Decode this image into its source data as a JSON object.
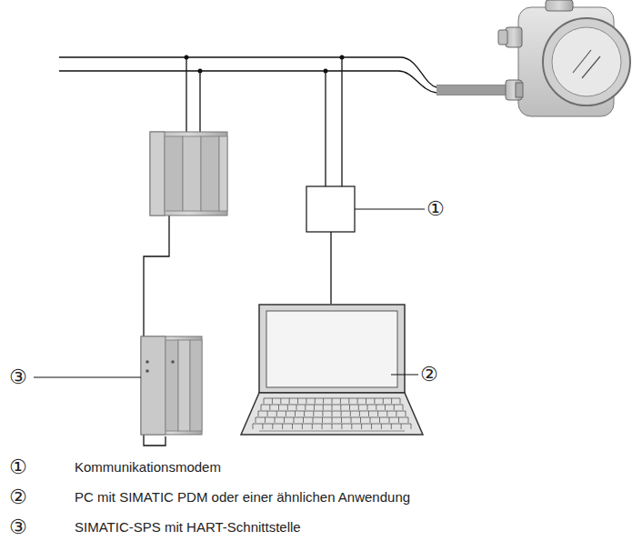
{
  "diagram": {
    "labels": [
      "①",
      "②",
      "③",
      "①",
      "Kommunikationsmodem",
      "②",
      "PC mit SIMATIC PDM oder einer ähnlichen Anwendung",
      "③",
      "SIMATIC-SPS mit HART-Schnittstelle"
    ]
  }
}
